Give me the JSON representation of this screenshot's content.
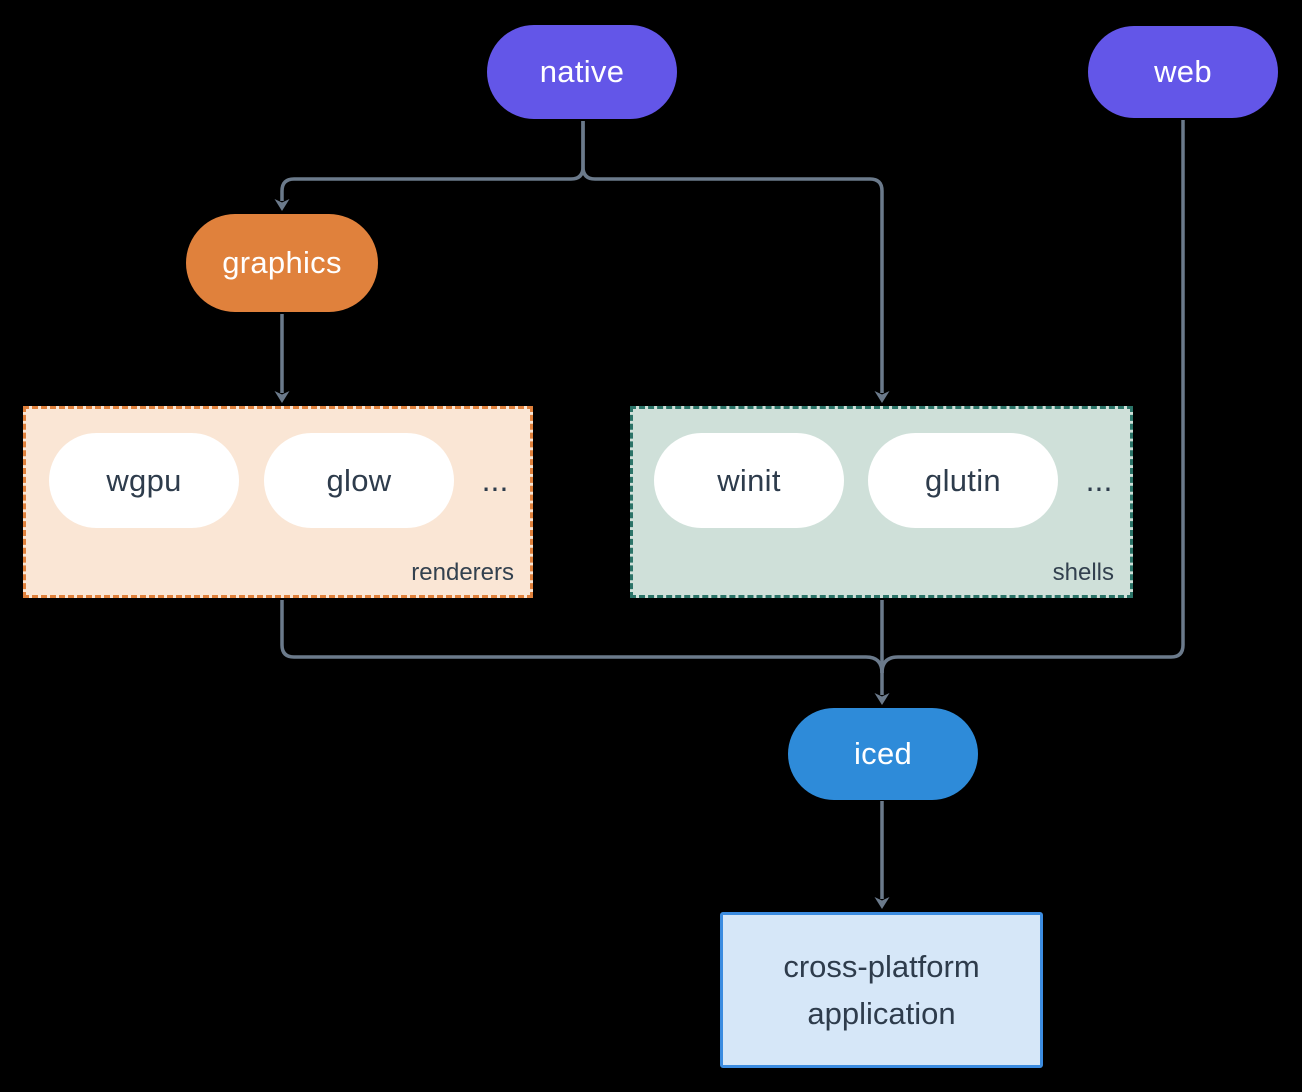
{
  "diagram": {
    "nodes": {
      "native": "native",
      "web": "web",
      "graphics": "graphics",
      "iced": "iced",
      "app_line1": "cross-platform",
      "app_line2": "application"
    },
    "renderers": {
      "label": "renderers",
      "pills": [
        "wgpu",
        "glow"
      ],
      "ellipsis": "..."
    },
    "shells": {
      "label": "shells",
      "pills": [
        "winit",
        "glutin"
      ],
      "ellipsis": "..."
    },
    "colors": {
      "background": "#000000",
      "edge": "#6B7A8B",
      "node_purple": "#6356E8",
      "node_orange": "#E0813C",
      "node_blue": "#2E8BD9",
      "renderers_bg": "#FAE6D5",
      "renderers_border": "#E0813C",
      "shells_bg": "#CFE0D9",
      "shells_border": "#2B7468",
      "app_bg": "#D6E7F8",
      "app_border": "#3C8CE0",
      "text_dark": "#2E3C4C",
      "text_light": "#FFFFFF"
    }
  }
}
